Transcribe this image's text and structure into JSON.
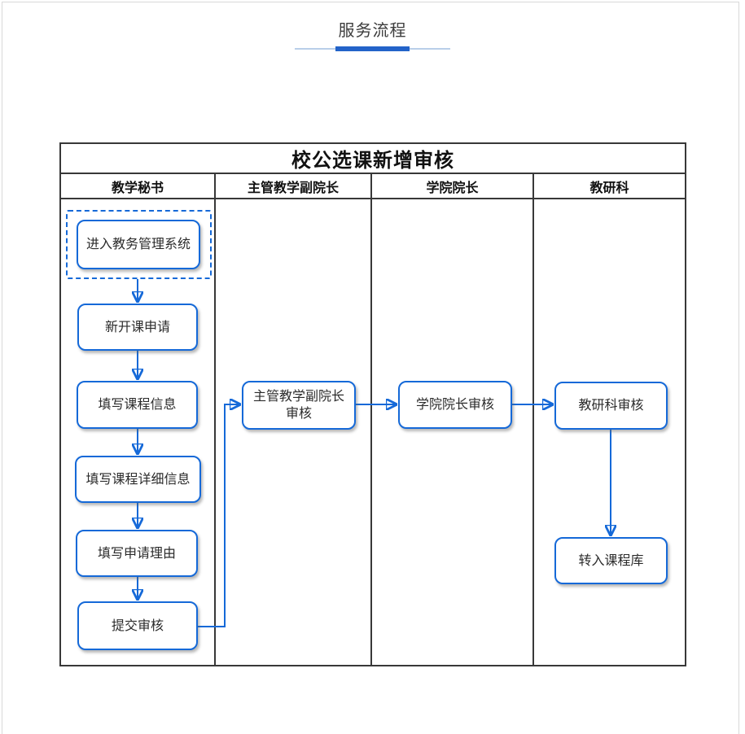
{
  "page": {
    "section_title": "服务流程"
  },
  "flowchart": {
    "title": "校公选课新增审核",
    "lanes": [
      {
        "label": "教学秘书"
      },
      {
        "label": "主管教学副院长"
      },
      {
        "label": "学院院长"
      },
      {
        "label": "教研科"
      }
    ],
    "nodes": {
      "enter_system": {
        "label": "进入教务管理系统"
      },
      "new_course_request": {
        "label": "新开课申请"
      },
      "fill_course_info": {
        "label": "填写课程信息"
      },
      "fill_course_detail": {
        "label": "填写课程详细信息"
      },
      "fill_reason": {
        "label": "填写申请理由"
      },
      "submit_review": {
        "label": "提交审核"
      },
      "vice_dean_review": {
        "label": "主管教学副院长\n审核"
      },
      "dean_review": {
        "label": "学院院长审核"
      },
      "research_review": {
        "label": "教研科审核"
      },
      "to_course_library": {
        "label": "转入课程库"
      }
    },
    "colors": {
      "accent_blue": "#1569d8",
      "underline_active": "#2363c9",
      "underline_track": "#b9cfe9",
      "table_border": "#383838"
    }
  }
}
